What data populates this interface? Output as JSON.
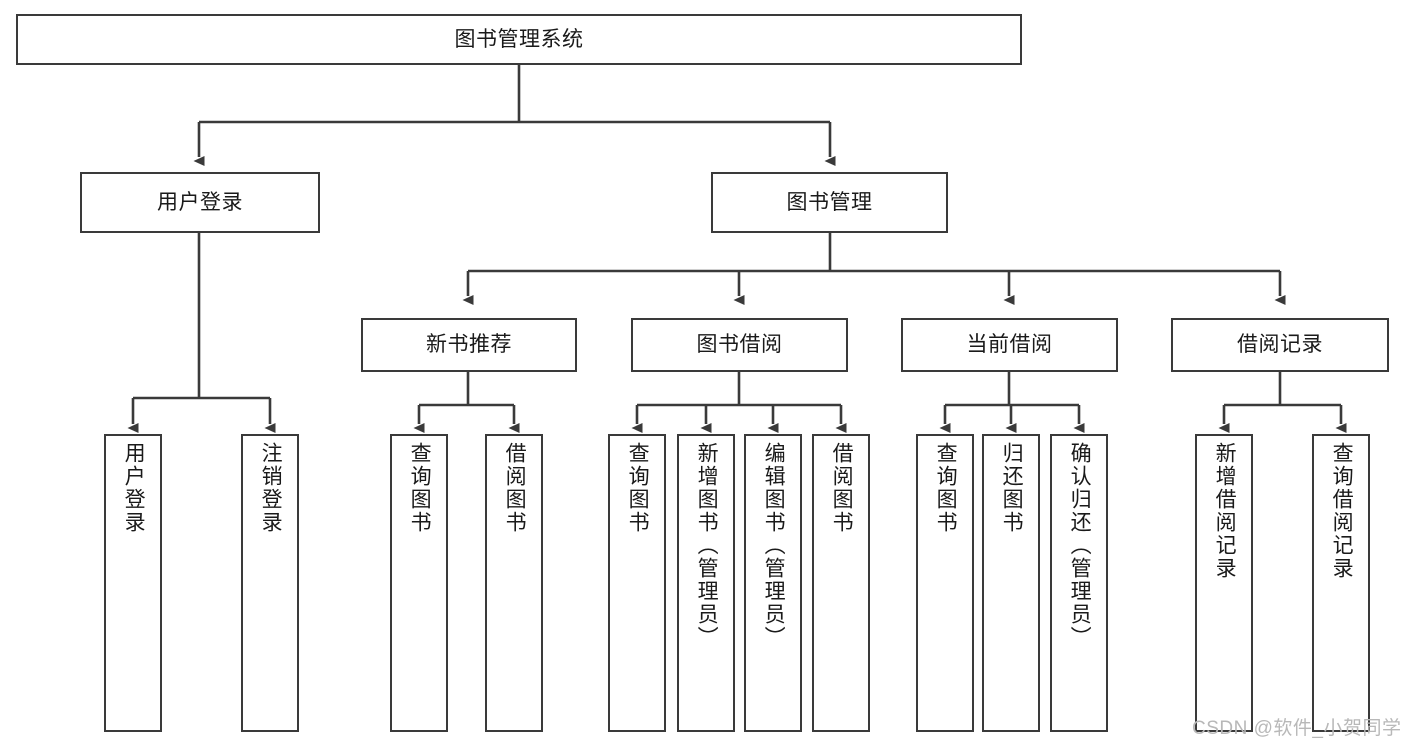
{
  "diagram": {
    "type": "tree",
    "title": "图书管理系统",
    "orientation": "top-down",
    "colors": {
      "box_border": "#3a3a3a",
      "box_fill": "#ffffff",
      "edge": "#3a3a3a",
      "text": "#1a1a1a",
      "watermark": "#b8b8b8",
      "background": "#ffffff"
    },
    "nodes": {
      "root": {
        "label": "图书管理系统"
      },
      "level1": [
        {
          "id": "user-login",
          "label": "用户登录"
        },
        {
          "id": "book-manage",
          "label": "图书管理"
        }
      ],
      "level2": [
        {
          "id": "new-book-recommend",
          "label": "新书推荐",
          "parent": "book-manage"
        },
        {
          "id": "book-borrow",
          "label": "图书借阅",
          "parent": "book-manage"
        },
        {
          "id": "current-borrow",
          "label": "当前借阅",
          "parent": "book-manage"
        },
        {
          "id": "borrow-record",
          "label": "借阅记录",
          "parent": "book-manage"
        }
      ],
      "leaves": {
        "user-login": [
          {
            "id": "leaf-user-login",
            "label": "用户登录"
          },
          {
            "id": "leaf-user-logout",
            "label": "注销登录"
          }
        ],
        "new-book-recommend": [
          {
            "id": "leaf-query-book-1",
            "label": "查询图书"
          },
          {
            "id": "leaf-borrow-book-1",
            "label": "借阅图书"
          }
        ],
        "book-borrow": [
          {
            "id": "leaf-query-book-2",
            "label": "查询图书"
          },
          {
            "id": "leaf-add-book",
            "label": "新增图书（管理员）"
          },
          {
            "id": "leaf-edit-book",
            "label": "编辑图书（管理员）"
          },
          {
            "id": "leaf-borrow-book-2",
            "label": "借阅图书"
          }
        ],
        "current-borrow": [
          {
            "id": "leaf-query-book-3",
            "label": "查询图书"
          },
          {
            "id": "leaf-return-book",
            "label": "归还图书"
          },
          {
            "id": "leaf-confirm-return",
            "label": "确认归还（管理员）"
          }
        ],
        "borrow-record": [
          {
            "id": "leaf-add-record",
            "label": "新增借阅记录"
          },
          {
            "id": "leaf-query-record",
            "label": "查询借阅记录"
          }
        ]
      }
    },
    "watermark": "CSDN @软件_小贺同学"
  }
}
